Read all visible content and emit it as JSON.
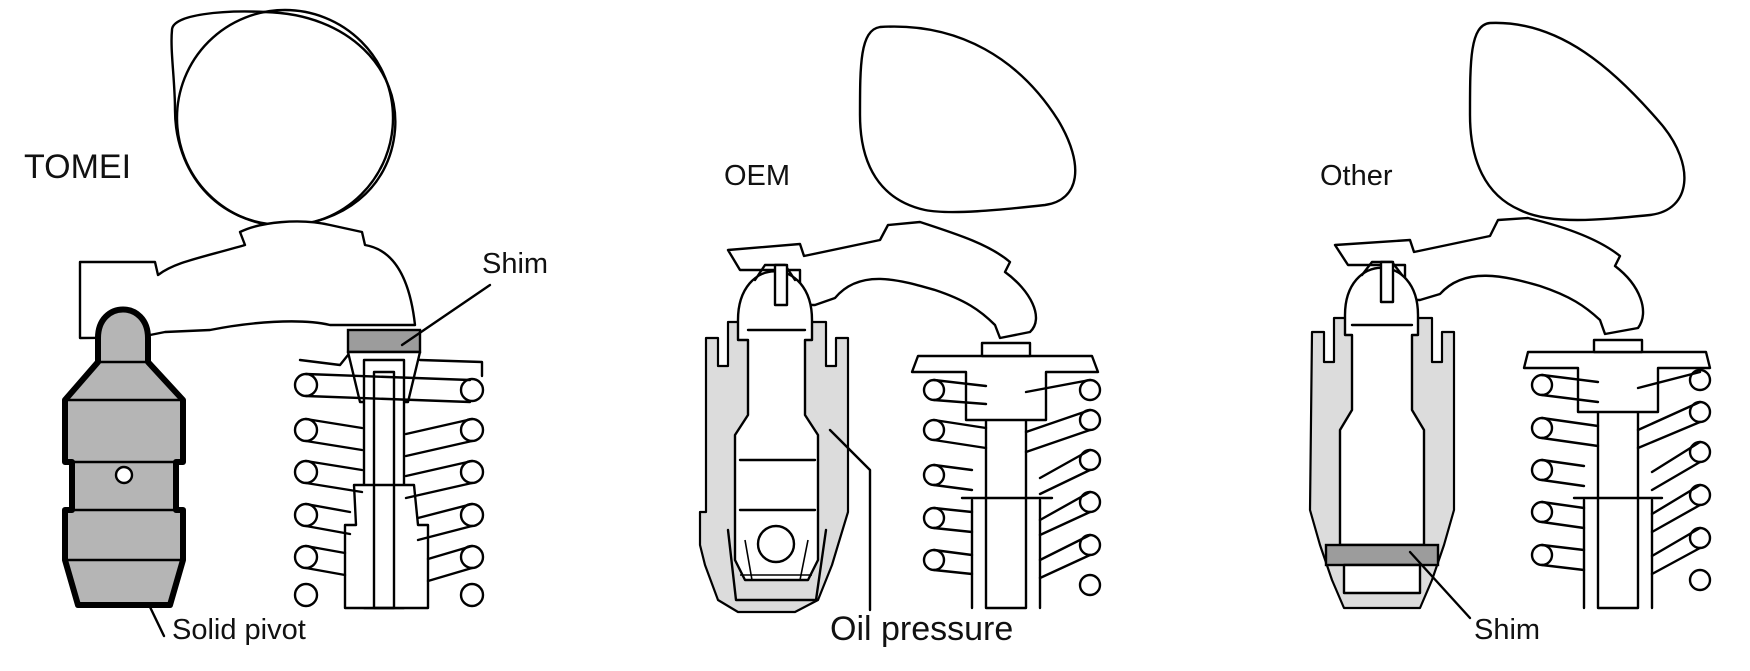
{
  "panels": [
    {
      "title": "TOMEI",
      "callouts": {
        "shim": "Shim",
        "pivot": "Solid pivot"
      }
    },
    {
      "title": "OEM",
      "callouts": {
        "oil": "Oil pressure"
      }
    },
    {
      "title": "Other",
      "callouts": {
        "shim": "Shim"
      }
    }
  ],
  "colors": {
    "line": "#000000",
    "part_gray": "#dcdcdc",
    "pivot_gray": "#b5b5b5",
    "shim_gray": "#9c9c9c"
  }
}
